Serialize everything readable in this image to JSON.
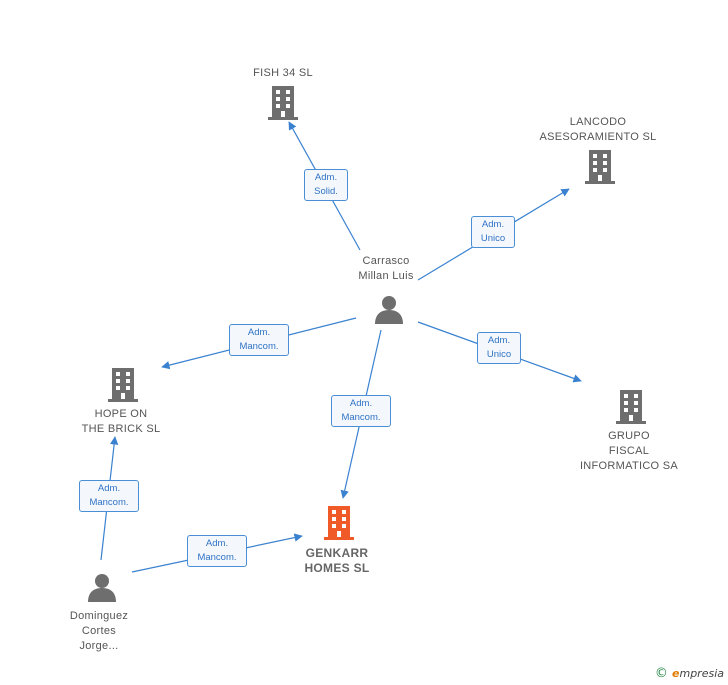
{
  "colors": {
    "edge": "#3a82d0",
    "company_icon": "#6e6e6e",
    "main_company_icon": "#f05a28",
    "person_icon": "#6e6e6e"
  },
  "nodes": {
    "fish34": {
      "label": "FISH 34 SL"
    },
    "lancodo": {
      "label": "LANCODO\nASESORAMIENTO SL"
    },
    "carrasco": {
      "label": "Carrasco\nMillan Luis"
    },
    "hope": {
      "label": "HOPE ON\nTHE BRICK  SL"
    },
    "grupo": {
      "label": "GRUPO\nFISCAL\nINFORMATICO SA"
    },
    "genkarr": {
      "label": "GENKARR\nHOMES  SL"
    },
    "dominguez": {
      "label": "Dominguez\nCortes\nJorge..."
    }
  },
  "edges": {
    "e1": {
      "label": "Adm.\nSolid."
    },
    "e2": {
      "label": "Adm.\nUnico"
    },
    "e3": {
      "label": "Adm.\nMancom."
    },
    "e4": {
      "label": "Adm.\nUnico"
    },
    "e5": {
      "label": "Adm.\nMancom."
    },
    "e6": {
      "label": "Adm.\nMancom."
    },
    "e7": {
      "label": "Adm.\nMancom."
    }
  },
  "footer": {
    "copyright_symbol": "©",
    "brand": "mpresia",
    "brand_initial": "e"
  }
}
